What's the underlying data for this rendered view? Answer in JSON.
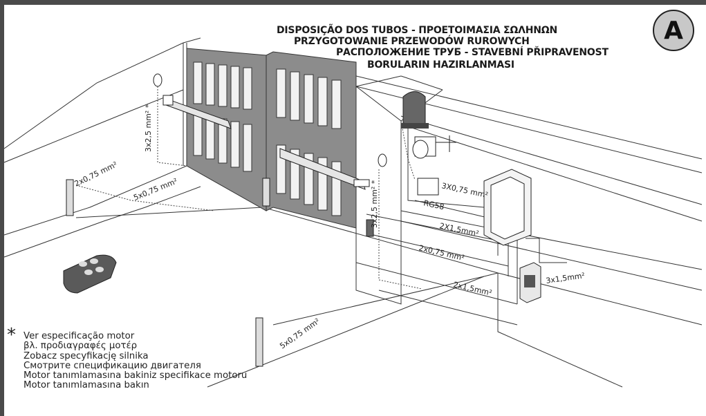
{
  "title_lines": [
    "DISPOSIÇÃO DOS TUBOS - ΠΡΟΕΤΟΙΜΑΣΙΑ ΣΩΛΗΝΩΝ",
    "PRZYGOTOWANIE PRZEWODÓW RUROWYCH",
    "РАСПОЛОЖЕНИЕ ТРУБ - STAVEBNÍ PŘIPRAVENOST",
    "BORULARIN HAZIRLANMASI"
  ],
  "badge": "A",
  "wire_labels": {
    "left_post_vertical": "3x2,5 mm² *",
    "photocell_left": "2x0,75 mm²",
    "ground_left": "5x0,75 mm²",
    "right_post_vertical": "3x2,5 mm² *",
    "lamp_line": "3X0,75 mm²",
    "antenna_line": "RG58",
    "panel_line": "2X1,5mm²",
    "photocell_right": "2x0,75 mm²",
    "power_line": "2x1,5mm²",
    "switch_line": "3x1,5mm²",
    "ground_front": "5x0,75 mm²"
  },
  "notes_marker": "*",
  "notes": [
    "Ver especificação motor",
    "βλ. προδιαγραφές μοτέρ",
    "Zobacz specyfikację silnika",
    "Смотрите спецификацию двигателя",
    "Motor tanımlamasına bakiniz specifikace motoru",
    "Motor tanımlamasına bakın"
  ],
  "icons": [
    "gate-left-leaf",
    "gate-right-leaf",
    "motor-left",
    "motor-right",
    "flashing-lamp-icon",
    "key-selector-icon",
    "control-panel-icon",
    "main-switch-icon",
    "photocell-icon",
    "remote-control-icon",
    "junction-box-icon",
    "antenna-icon"
  ]
}
